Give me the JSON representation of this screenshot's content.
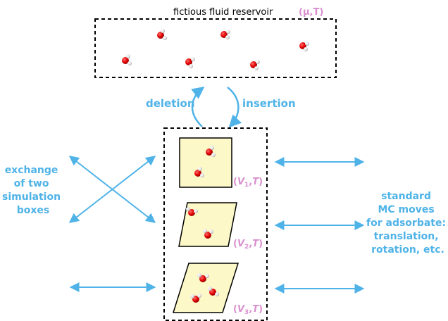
{
  "reservoir": {
    "title": "fictious fluid reservoir",
    "condition": "(μ,T)"
  },
  "exchange_labels": {
    "deletion": "deletion",
    "insertion": "insertion"
  },
  "left_label": {
    "lines": [
      "exchange",
      "of two",
      "simulation",
      "boxes"
    ]
  },
  "right_label": {
    "lines": [
      "standard",
      "MC moves",
      "for adsorbate:",
      "translation,",
      "rotation, etc."
    ]
  },
  "boxes": [
    {
      "var": "V",
      "sub": "1",
      "temp": "T"
    },
    {
      "var": "V",
      "sub": "2",
      "temp": "T"
    },
    {
      "var": "V",
      "sub": "3",
      "temp": "T"
    }
  ],
  "colors": {
    "accent_blue": "#4fb3e8",
    "condition_pink": "#d98fcf",
    "box_fill": "#fdf8c7",
    "oxygen_red": "#e00000",
    "hydrogen_white": "#e8e8e8"
  }
}
